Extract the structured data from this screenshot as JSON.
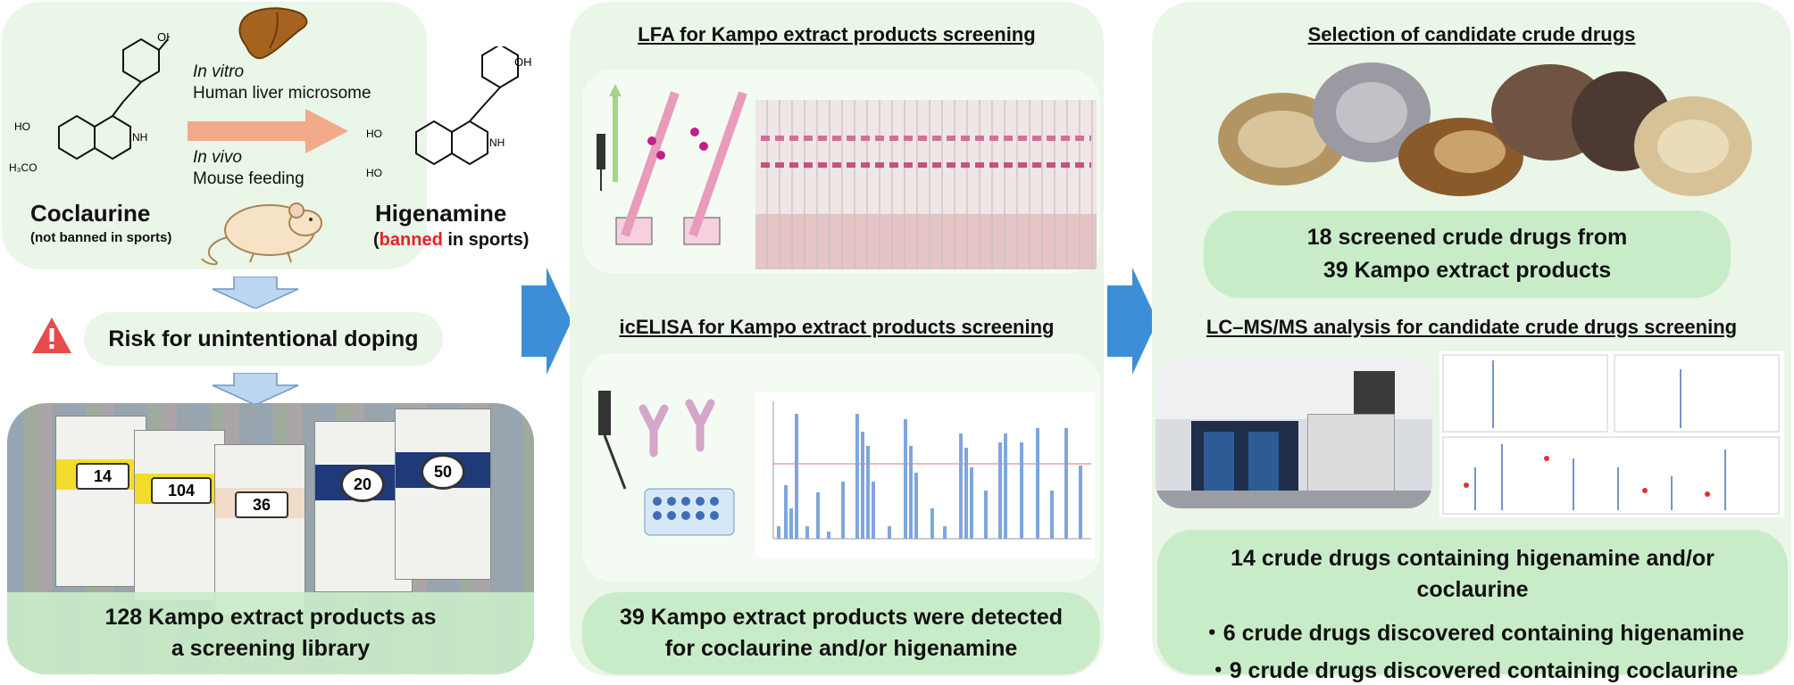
{
  "left": {
    "coclaurine_name": "Coclaurine",
    "coclaurine_note": "(not banned in sports)",
    "higenamine_name": "Higenamine",
    "higenamine_note_open": "(",
    "higenamine_note_banned": "banned",
    "higenamine_note_rest": " in sports)",
    "in_vitro_label": "In vitro",
    "in_vitro_method": "Human liver microsome",
    "in_vivo_label": "In vivo",
    "in_vivo_method": "Mouse feeding",
    "chem_labels": {
      "oh": "OH",
      "ho": "HO",
      "nh": "NH",
      "h3co": "H₃CO"
    },
    "risk_text": "Risk for unintentional doping",
    "bag_numbers": [
      "14",
      "104",
      "36",
      "20",
      "50"
    ],
    "library_text_1": "128 Kampo extract products as",
    "library_text_2": "a screening library"
  },
  "middle": {
    "lfa_heading": "LFA for Kampo extract products screening",
    "elisa_heading": "icELISA for Kampo extract products screening",
    "result_text_1": "39 Kampo extract products were detected",
    "result_text_2": "for coclaurine and/or higenamine"
  },
  "right": {
    "selection_heading": "Selection of candidate crude drugs",
    "screened_text_1": "18 screened crude drugs from",
    "screened_text_2": "39 Kampo extract products",
    "lcms_heading": "LC–MS/MS analysis for candidate crude drugs screening",
    "final_text_1": "14 crude drugs containing higenamine and/or",
    "final_text_2": "coclaurine",
    "bullet_1": "・6 crude drugs discovered containing higenamine",
    "bullet_2": "・9 crude drugs discovered containing coclaurine"
  },
  "colors": {
    "panel": "#eaf6e8",
    "pill": "#c9ecc8",
    "flow_arrow": "#3c8fd6",
    "down_arrow": "#bcd5f0",
    "metabolism_arrow": "#f2a98a",
    "banned": "#e8202a",
    "warning": "#e84b4b"
  }
}
